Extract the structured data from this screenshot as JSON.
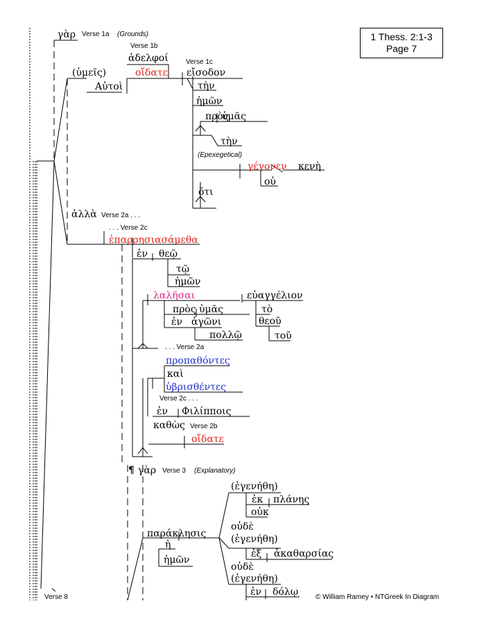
{
  "reference": {
    "line1": "1 Thess. 2:1-3",
    "line2": "Page 7"
  },
  "copyright": "© William Ramey • NTGreek In Diagram",
  "labels": {
    "v1a": "Verse 1a",
    "grounds": "(Grounds)",
    "v1b": "Verse 1b",
    "v1c": "Verse 1c",
    "epexegetical": "(Epexegetical)",
    "v2a_top": "Verse 2a . . .",
    "v2c_top": ". . . Verse 2c",
    "v2a_mid": ". . . Verse 2a",
    "v2c_mid": "Verse 2c . . .",
    "v2b": "Verse 2b",
    "v3": "Verse 3",
    "explanatory": "(Explanatory)",
    "v8": "Verse 8",
    "para_mark": "¶"
  },
  "greek": {
    "gar1": "γὰρ",
    "adelphoi": "ἀδελφοί",
    "humeis": "(ὑμεῖς)",
    "autoi": "Αὐτοὶ",
    "oidate1": "οἴδατε",
    "eisodon": "εἴσοδον",
    "ten1": "τὴν",
    "hemon1": "ἡμῶν",
    "pros1": "πρὸς",
    "humas1": "ὑμᾶς",
    "ten2": "τὴν",
    "gegonen": "γέγονεν",
    "kene": "κενὴ",
    "ou": "οὐ",
    "hoti": "ὅτι",
    "alla": "ἀλλὰ",
    "eparresiasametha": "ἐπαρρησιασάμεθα",
    "en1": "ἐν",
    "theo1": "θεῷ",
    "to1": "τῷ",
    "hemon2": "ἡμῶν",
    "lalesai": "λαλῆσαι",
    "euangelion": "εὐαγγέλιον",
    "pros2": "πρὸς",
    "humas2": "ὑμᾶς",
    "to2": "τὸ",
    "en2": "ἐν",
    "agoni": "ἀγῶνι",
    "theou": "θεοῦ",
    "pollo": "πολλῷ",
    "tou": "τοῦ",
    "propathontes": "προπαθόντες",
    "kai": "καὶ",
    "hubristhentes": "ὑβρισθέντες",
    "en3": "ἐν",
    "philippois": "Φιλίπποις",
    "kathos": "καθὼς",
    "oidate2": "οἴδατε",
    "gar2": "γὰρ",
    "egenethe1": "(ἐγενήθη)",
    "ek": "ἐκ",
    "planes": "πλάνης",
    "ouk": "οὐκ",
    "paraklesis": "παράκλησις",
    "oude1": "οὐδὲ",
    "egenethe2": "(ἐγενήθη)",
    "he": "ἡ",
    "ex": "ἐξ",
    "akatharsias": "ἀκαθαρσίας",
    "hemon3": "ἡμῶν",
    "oude2": "οὐδὲ",
    "egenethe3": "(ἐγενήθη)",
    "en4": "ἐν",
    "dolo": "δόλῳ"
  },
  "colors": {
    "verb_red": "#e0201b",
    "participle_blue": "#1f2fc8",
    "infinitive_pink": "#e0207a"
  }
}
